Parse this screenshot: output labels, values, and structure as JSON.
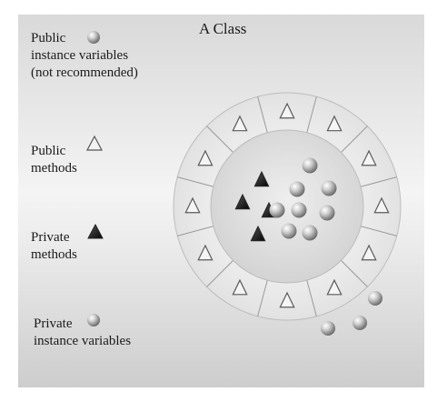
{
  "title": "A Class",
  "legend": {
    "public_instance_variables": [
      "Public",
      "instance variables",
      "(not recommended)"
    ],
    "public_methods": [
      "Public",
      "methods"
    ],
    "private_methods": [
      "Private",
      "methods"
    ],
    "private_instance_variables": [
      "Private",
      "instance variables"
    ]
  },
  "icons": {
    "public_method": "hollow-triangle",
    "private_method": "dark-triangle",
    "instance_variable": "shaded-sphere"
  },
  "colors": {
    "ring": "#e7e7e7",
    "core": "#dcdcdc",
    "private_method_fill": "#1a1a1a"
  }
}
